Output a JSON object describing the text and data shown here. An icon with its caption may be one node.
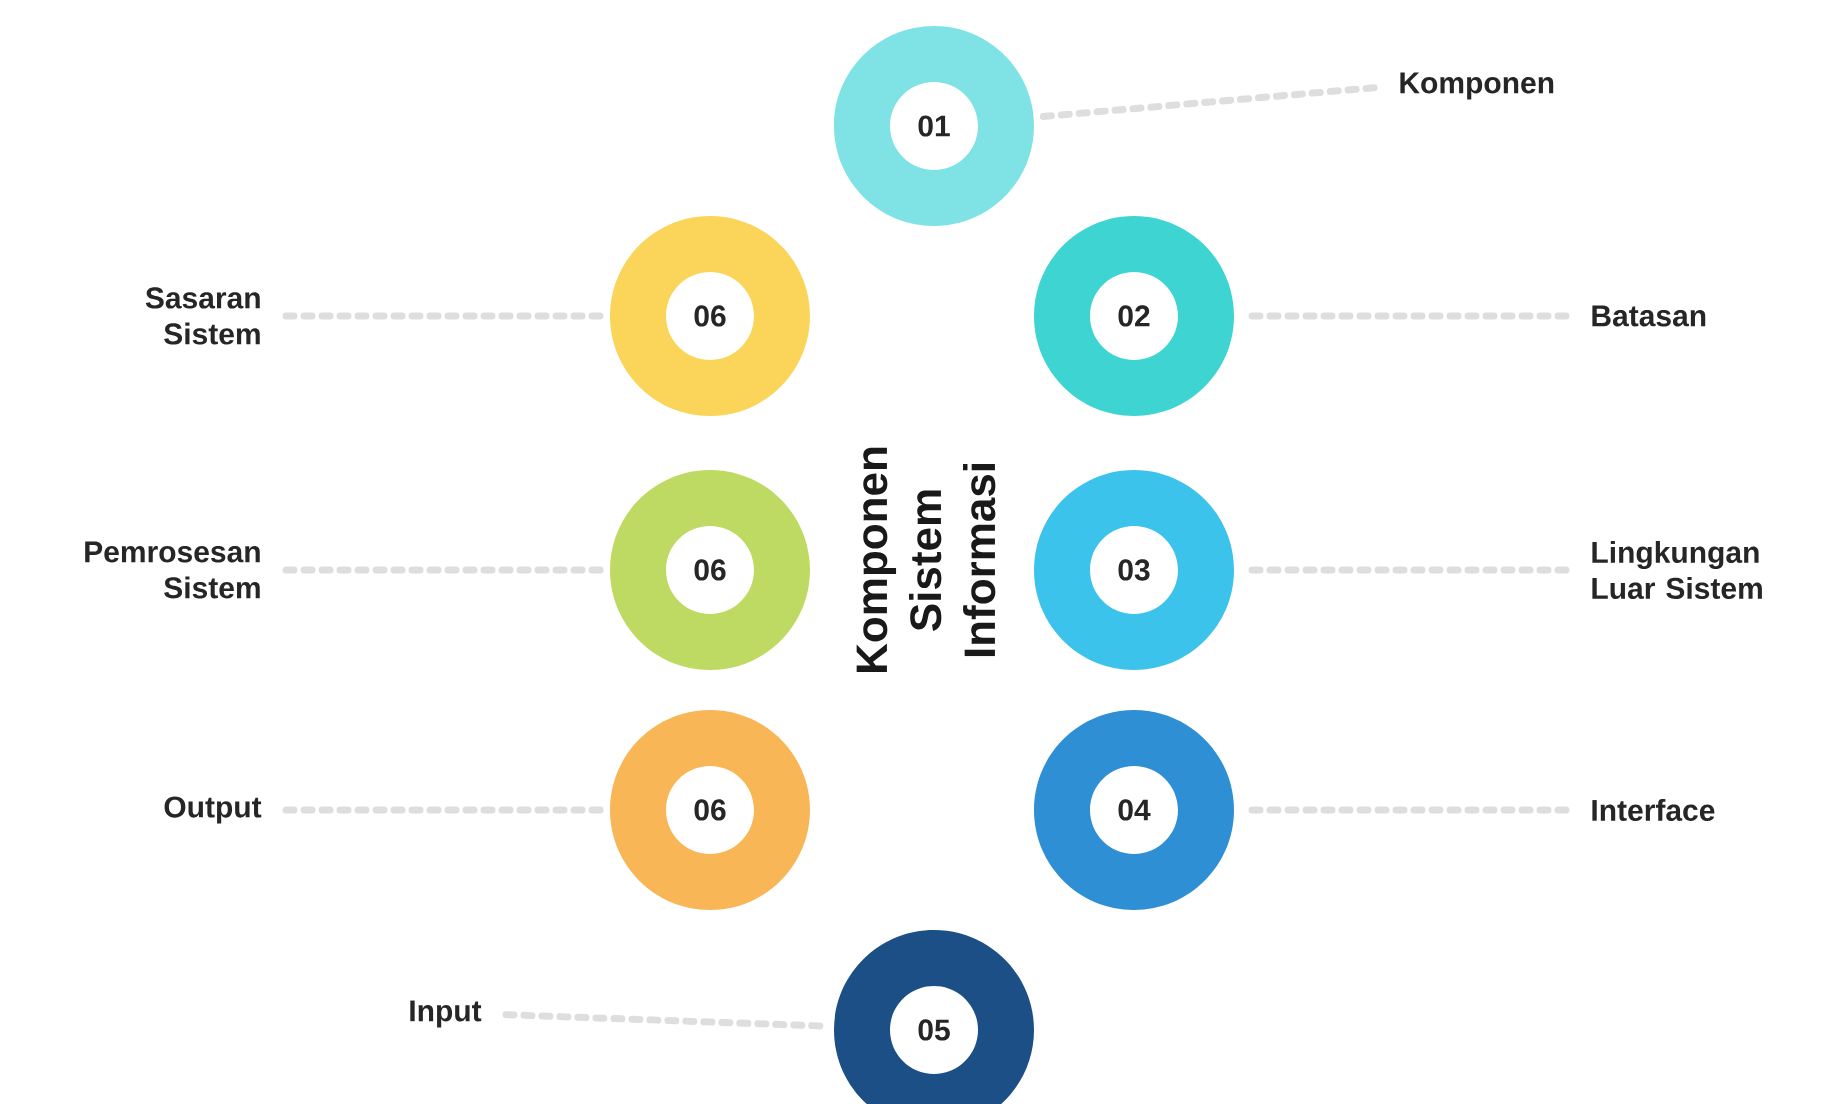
{
  "diagram": {
    "title": "Komponen Sistem Informasi",
    "nodes": [
      {
        "text": [
          "01"
        ]
      },
      {
        "text": [
          "Komponen"
        ]
      },
      {
        "text": [
          "Sasaran Sistem"
        ]
      },
      {
        "text": [
          "06"
        ]
      },
      {
        "text": [
          "02"
        ]
      },
      {
        "text": [
          "Batasan"
        ]
      },
      {
        "text": [
          "Pemrosesan Sistem"
        ]
      },
      {
        "text": [
          "06"
        ]
      },
      {
        "text": [
          "03"
        ]
      },
      {
        "text": [
          "Lingkungan Luar Sistem"
        ]
      },
      {
        "text": [
          "Output"
        ]
      },
      {
        "text": [
          "06"
        ]
      },
      {
        "text": [
          "04"
        ]
      },
      {
        "text": [
          "Interface"
        ]
      },
      {
        "text": [
          "Input"
        ]
      },
      {
        "text": [
          "05"
        ]
      }
    ],
    "edges": [
      {
        "from": 1,
        "to": 0,
        "arrow": "none"
      },
      {
        "from": 2,
        "to": 3,
        "arrow": "none"
      },
      {
        "from": 5,
        "to": 4,
        "arrow": "none"
      },
      {
        "from": 6,
        "to": 7,
        "arrow": "none"
      },
      {
        "from": 9,
        "to": 8,
        "arrow": "none"
      },
      {
        "from": 10,
        "to": 11,
        "arrow": "none"
      },
      {
        "from": 13,
        "to": 12,
        "arrow": "none"
      },
      {
        "from": 14,
        "to": 15,
        "arrow": "none"
      }
    ]
  }
}
